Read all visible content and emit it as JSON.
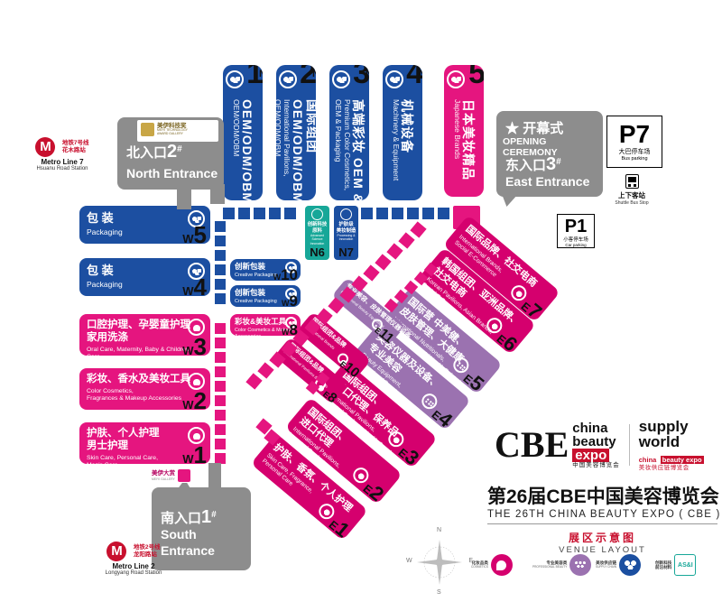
{
  "title": {
    "cn": "第26届CBE中国美容博览会",
    "en": "THE 26TH CHINA BEAUTY EXPO ( CBE )",
    "venue_cn": "展区示意图",
    "venue_en": "VENUE LAYOUT"
  },
  "brand": {
    "cbe_mark": "CBE",
    "cbe_line1": "china",
    "cbe_line2": "beauty",
    "cbe_line3": "expo",
    "cbe_cn": "中国美容博览会",
    "sw_line1": "supply",
    "sw_line2": "world",
    "sw_tag1": "china",
    "sw_tag2": "beauty expo",
    "sw_cn": "美妆供应链博览会"
  },
  "north_halls": [
    {
      "code": "N",
      "num": "1",
      "cn": "OEM/ODM/OBM",
      "en": "OEM/ODM/OBM",
      "color": "blue",
      "icon": "bubbles-icon"
    },
    {
      "code": "N",
      "num": "2",
      "cn": "国际组团\nOEM/ODM/OBM",
      "cn1": "国际组团",
      "cn2": "OEM/ODM/OBM",
      "en": "International Pavilions,\nOEM/ODM/OBM",
      "color": "blue",
      "icon": "bubbles-icon"
    },
    {
      "code": "N",
      "num": "3",
      "cn1": "高端彩妆 OEM &包装",
      "en": "Premium Color Cosmetics,\nOEM & Packaging",
      "color": "blue",
      "icon": "bubbles-icon"
    },
    {
      "code": "N",
      "num": "4",
      "cn1": "机械设备",
      "en": "Machinery & Equipment",
      "color": "blue",
      "icon": "bubbles-icon"
    },
    {
      "code": "N",
      "num": "5",
      "cn1": "日本美妆精品",
      "en": "Japanese Brands",
      "color": "pink",
      "icon": "flower-icon"
    }
  ],
  "center_halls": [
    {
      "code": "N6",
      "cn1": "创新科技",
      "cn2": "原料",
      "en1": "Advanced Science",
      "en2": "Innovation",
      "color": "teal"
    },
    {
      "code": "N7",
      "cn1": "护肤级",
      "cn2": "美妆制造",
      "en1": "Processing &",
      "en2": "Innovation",
      "color": "nblue"
    }
  ],
  "west_halls": [
    {
      "code": "W",
      "num": "5",
      "cn": "包 装",
      "en": "Packaging",
      "color": "blue",
      "icon": "bubbles-icon"
    },
    {
      "code": "W",
      "num": "4",
      "cn": "包 装",
      "en": "Packaging",
      "color": "blue",
      "icon": "bubbles-icon"
    },
    {
      "code": "W",
      "num": "3",
      "cn": "口腔护理、孕婴童护理\n家用洗涤",
      "cn1": "口腔护理、孕婴童护理",
      "cn2": "家用洗涤",
      "en": "Oral Care, Maternity, Baby & Children Care,\nHousehold Cleaning",
      "color": "pink",
      "icon": "flower-icon"
    },
    {
      "code": "W",
      "num": "2",
      "cn1": "彩妆、香水及美妆工具",
      "cn2": "",
      "en": "Color Cosmetics,\nFragrances & Makeup Accessories",
      "color": "pink",
      "icon": "flower-icon"
    },
    {
      "code": "W",
      "num": "1",
      "cn1": "护肤、个人护理",
      "cn2": "男士护理",
      "en": "Skin Care, Personal Care,\nMen's Care",
      "color": "pink",
      "icon": "flower-icon"
    }
  ],
  "west_small_halls": [
    {
      "code": "W",
      "num": "10",
      "cn": "创新包装",
      "en": "Creative Packaging",
      "color": "blue"
    },
    {
      "code": "W",
      "num": "9",
      "cn": "创新包装",
      "en": "Creative Packaging",
      "color": "blue"
    },
    {
      "code": "W",
      "num": "8",
      "cn": "彩妆&美妆工具",
      "en": "Color Cosmetics & Makeup Accessories",
      "color": "pink"
    }
  ],
  "east_halls": [
    {
      "code": "E",
      "num": "7",
      "cn": "国际品牌、社交电商",
      "en": "International Brands,\nSocial E-Commerce",
      "color": "magenta",
      "icon": "flower-icon"
    },
    {
      "code": "E",
      "num": "6",
      "cn": "韩国组团、亚洲品牌、社交电商",
      "cn1": "韩国组团、亚洲品牌、",
      "cn2": "社交电商",
      "en": "Korean Pavilions, Asian Brands,\nSocial E-Commerce",
      "color": "magenta",
      "icon": "flower-icon"
    },
    {
      "code": "E",
      "num": "5",
      "cn1": "国际营 中美健、",
      "cn2": "皮肤管理、大健康",
      "en": "International Nutritionals,\nSkin Management / Health Related",
      "color": "purple",
      "icon": "grid-icon"
    },
    {
      "code": "E",
      "num": "4",
      "cn1": "美容仪器及设备、",
      "cn2": "专业美容",
      "en": "Beauty Equipment,\nProfessional Beauty",
      "color": "purple",
      "icon": "grid-icon"
    },
    {
      "code": "E",
      "num": "3",
      "cn1": "国际组团、",
      "cn2": "进口代理、保养品",
      "en": "International Pavilions,\nImported Products, Health Supplement",
      "color": "magenta",
      "icon": "flower-icon"
    },
    {
      "code": "E",
      "num": "2",
      "cn1": "国际组团、",
      "cn2": "进口代理",
      "en": "International Pavilions,\nImported Products",
      "color": "magenta",
      "icon": "flower-icon"
    },
    {
      "code": "E",
      "num": "1",
      "cn1": "护肤、香氛、个人护理",
      "cn2": "",
      "en": "Skin Care, Fragrance,\nPersonal Care",
      "color": "magenta",
      "icon": "flower-icon"
    },
    {
      "code": "E",
      "num": "8",
      "cn": "国际组团&品牌",
      "en": "International Pavilions & Brands",
      "color": "magenta",
      "icon": "flower-icon"
    },
    {
      "code": "E",
      "num": "10",
      "cn": "国际组团&品牌",
      "en": "International Brands",
      "color": "magenta",
      "icon": "flower-icon"
    },
    {
      "code": "E",
      "num": "11",
      "cn": "专业美容、皮肤管理仪器设备",
      "en": "Professional Beauty Equipment",
      "color": "purple",
      "icon": "grid-icon"
    }
  ],
  "entrances": {
    "north": {
      "cn": "北入口",
      "num": "2",
      "hash": "#",
      "en": "North Entrance"
    },
    "east": {
      "cn": "东入口",
      "num": "3",
      "hash": "#",
      "en": "East Entrance"
    },
    "south": {
      "cn": "南入口",
      "num": "1",
      "hash": "#",
      "en": "South Entrance"
    },
    "opening_cn": "开幕式",
    "opening_en": "OPENING CEREMONY",
    "star": "★"
  },
  "parking": [
    {
      "code": "P7",
      "cn": "大巴停车场",
      "en": "Bus parking"
    },
    {
      "code": "P1",
      "cn": "小客停车场",
      "en": "Car parking"
    }
  ],
  "shuttle": {
    "cn": "上下客站",
    "en": "Shuttle Bus Stop",
    "icon": "bus-icon"
  },
  "metro": [
    {
      "zh1": "地铁7号线",
      "zh2": "花木路站",
      "en1": "Metro Line 7",
      "en2": "Hsuanu Road Station"
    },
    {
      "zh1": "地铁2号线",
      "zh2": "龙阳路站",
      "en1": "Metro Line 2",
      "en2": "Longyang Road Station"
    }
  ],
  "award_gallery": {
    "cn": "美伊科技奖",
    "en1": "MEIYI TECHNOLOGY",
    "en2": "AWARD GALLERY"
  },
  "meiyi_gallery": {
    "cn": "美伊大赏",
    "en": "MEIYI GALLERY"
  },
  "legend": [
    {
      "cn": "化妆品类",
      "en": "COSMETICS",
      "color": "#d5006e",
      "icon": "flower-icon"
    },
    {
      "cn": "专业美容类",
      "en": "PROFESSIONAL BEAUTY",
      "color": "#9b72b0",
      "icon": "grid-icon"
    },
    {
      "cn": "美妆供应链",
      "en": "SUPPLY CHAIN",
      "color": "#1b4fa0",
      "icon": "bubbles-icon"
    },
    {
      "cn": "创新科技\n前沿材料",
      "en": "AS&I",
      "color": "#17a798",
      "icon": "asi-icon"
    }
  ],
  "compass": {
    "n": "N",
    "s": "S",
    "e": "E",
    "w": "W"
  },
  "colors": {
    "blue": "#1c4fa1",
    "pink": "#e5157f",
    "magenta": "#d5006e",
    "purple": "#9b72b0",
    "teal": "#17a798",
    "grey": "#8d8d8d",
    "red": "#c8102e"
  }
}
